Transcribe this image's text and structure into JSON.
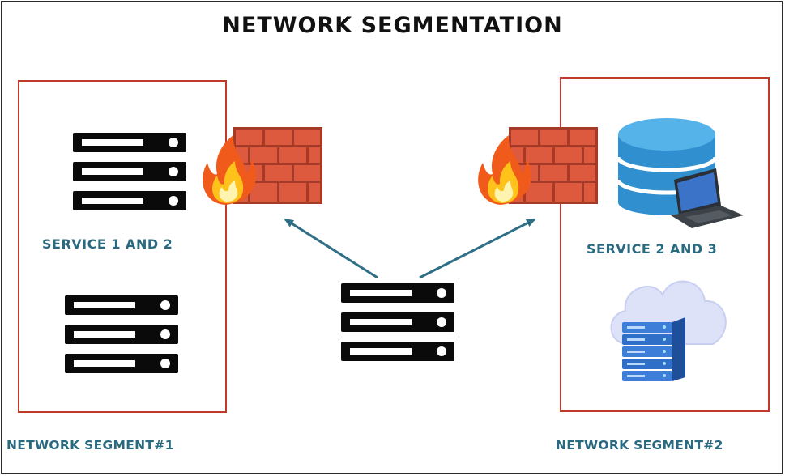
{
  "title": "NETWORK SEGMENTATION",
  "segments": [
    {
      "label": "NETWORK SEGMENT#1",
      "service_label": "SERVICE 1 AND 2",
      "icons": [
        "server-rack-icon",
        "firewall-icon",
        "server-rack-icon"
      ]
    },
    {
      "label": "NETWORK SEGMENT#2",
      "service_label": "SERVICE 2 AND 3",
      "icons": [
        "database-icon",
        "laptop-icon",
        "firewall-icon",
        "cloud-server-icon"
      ]
    }
  ],
  "center": {
    "icon": "server-rack-icon"
  },
  "colors": {
    "segment_border": "#c0392b",
    "label_text": "#2a6a80",
    "arrow": "#2f6f86",
    "brick": "#d9553b",
    "database": "#3aa0dc",
    "cloud": "#cfd6f5"
  }
}
